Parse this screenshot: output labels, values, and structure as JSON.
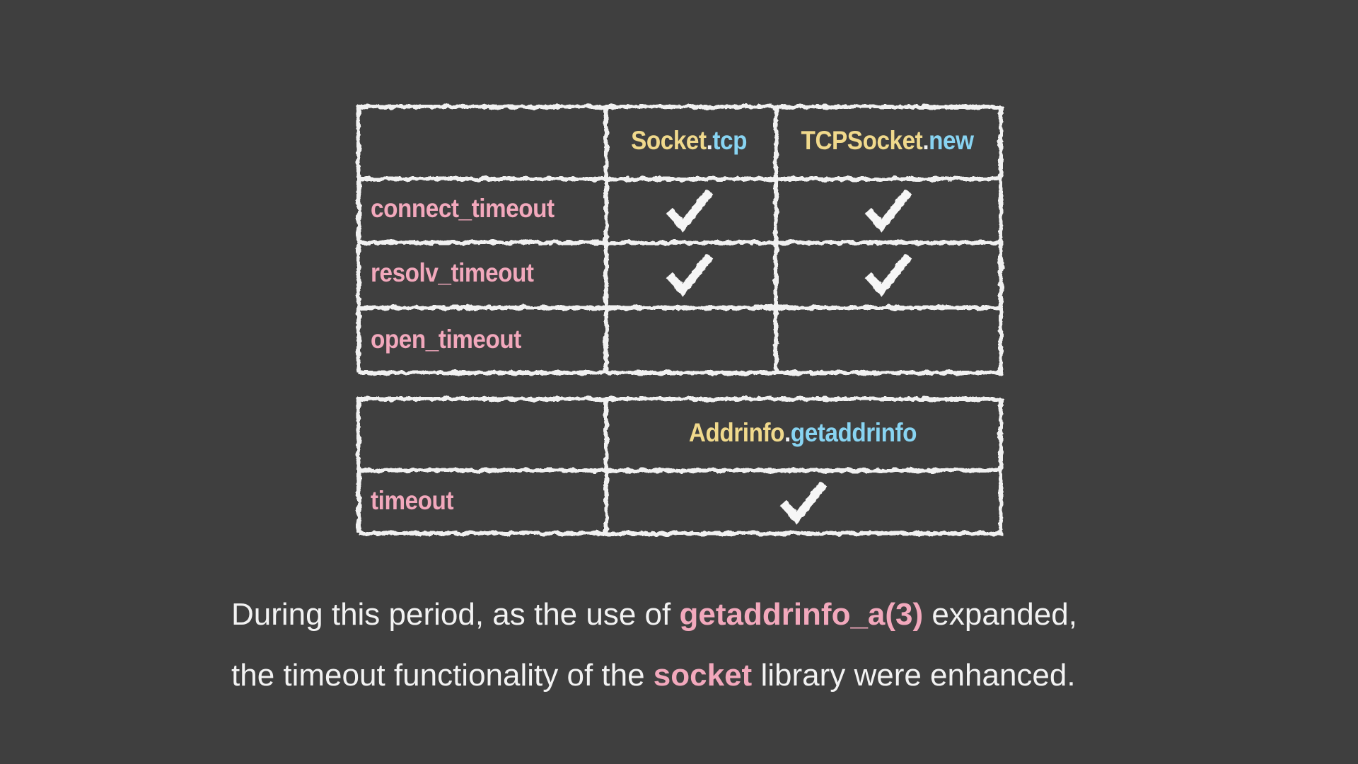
{
  "theme": {
    "background": "#3f3f3f",
    "chalk_white": "#f1f1f1",
    "receiver_yellow": "#f0d98c",
    "method_blue": "#88d4f2",
    "keyword_pink": "#f2a8bc",
    "body_text": "#f2f2f2"
  },
  "table1": {
    "corner_label": "",
    "columns": [
      {
        "receiver": "Socket",
        "separator": ".",
        "method": "tcp"
      },
      {
        "receiver": "TCPSocket",
        "separator": ".",
        "method": "new"
      }
    ],
    "rows": [
      {
        "label": "connect_timeout",
        "checks": [
          true,
          true
        ]
      },
      {
        "label": "resolv_timeout",
        "checks": [
          true,
          true
        ]
      },
      {
        "label": "open_timeout",
        "checks": [
          false,
          false
        ]
      }
    ]
  },
  "table2": {
    "corner_label": "",
    "columns": [
      {
        "receiver": "Addrinfo",
        "separator": ".",
        "method": "getaddrinfo"
      }
    ],
    "rows": [
      {
        "label": "timeout",
        "checks": [
          true
        ]
      }
    ]
  },
  "caption": {
    "line1_pre": "During this period, as the use of ",
    "line1_highlight": "getaddrinfo_a(3)",
    "line1_post": " expanded,",
    "line2_pre": "the timeout functionality of the ",
    "line2_highlight": "socket",
    "line2_post": " library were enhanced."
  },
  "icons": {
    "check": "checkmark"
  }
}
